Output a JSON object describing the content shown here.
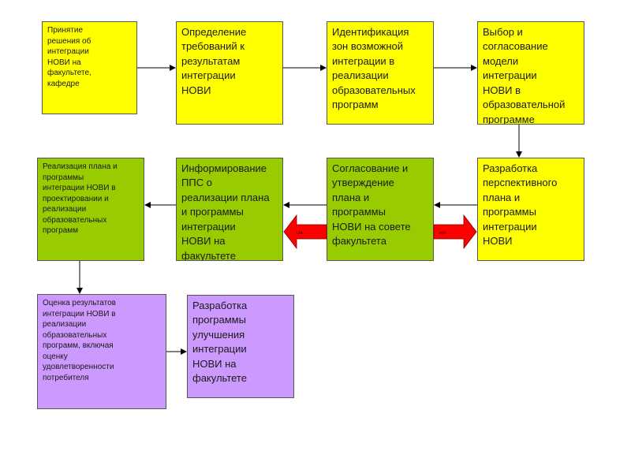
{
  "colors": {
    "yellow": "#ffff00",
    "green": "#99cc00",
    "purple": "#cc99ff",
    "red_arrow": "#ff0000",
    "connector": "#000000"
  },
  "row1": {
    "box1": "Принятие\nрешения об\nинтеграции\nНОВИ на\nфакультете,\nкафедре",
    "box2": "Определение\nтребований к\nрезультатам\nинтеграции\nНОВИ",
    "box3": "Идентификация\nзон возможной\nинтеграции в\nреализации\nобразовательных\nпрограмм",
    "box4": "Выбор и\nсогласование\nмодели\nинтеграции\nНОВИ в\nобразовательной\nпрограмме"
  },
  "row2": {
    "box1": "Реализация плана и\nпрограммы\nинтеграции НОВИ  в\nпроектировании и\nреализации\nобразовательных\nпрограмм",
    "box2": "Информирование\nППС о\nреализации плана\nи программы\nинтеграции\nНОВИ на\nфакультете",
    "box3": "Согласование и\nутверждение\nплана и\nпрограммы\nНОВИ на совете\nфакультета",
    "box4": "Разработка\nперспективного\nплана и\nпрограммы\nинтеграции\nНОВИ"
  },
  "row3": {
    "box1": "Оценка  результатов\nинтеграции НОВИ в\nреализации\nобразовательных\nпрограмм, включая\nоценку\nудовлетворенности\nпотребителя",
    "box2": "Разработка\nпрограммы\nулучшения\nинтеграции\nНОВИ на\nфакультете"
  },
  "red_arrows": {
    "left_label": "Ua",
    "right_label": "нет"
  }
}
